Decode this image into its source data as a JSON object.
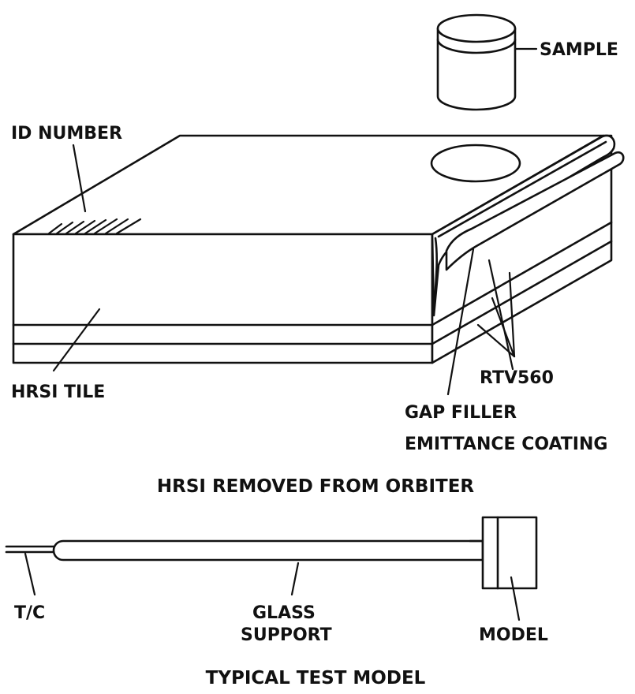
{
  "figure_top": {
    "labels": {
      "sample": "SAMPLE",
      "id_number": "ID NUMBER",
      "hrsi_tile": "HRSI TILE",
      "rtv560": "RTV560",
      "gap_filler": "GAP FILLER",
      "emittance_coating": "EMITTANCE COATING"
    },
    "caption": "HRSI REMOVED FROM ORBITER"
  },
  "figure_bottom": {
    "labels": {
      "tc": "T/C",
      "glass": "GLASS",
      "support": "SUPPORT",
      "model": "MODEL"
    },
    "caption": "TYPICAL TEST MODEL"
  }
}
